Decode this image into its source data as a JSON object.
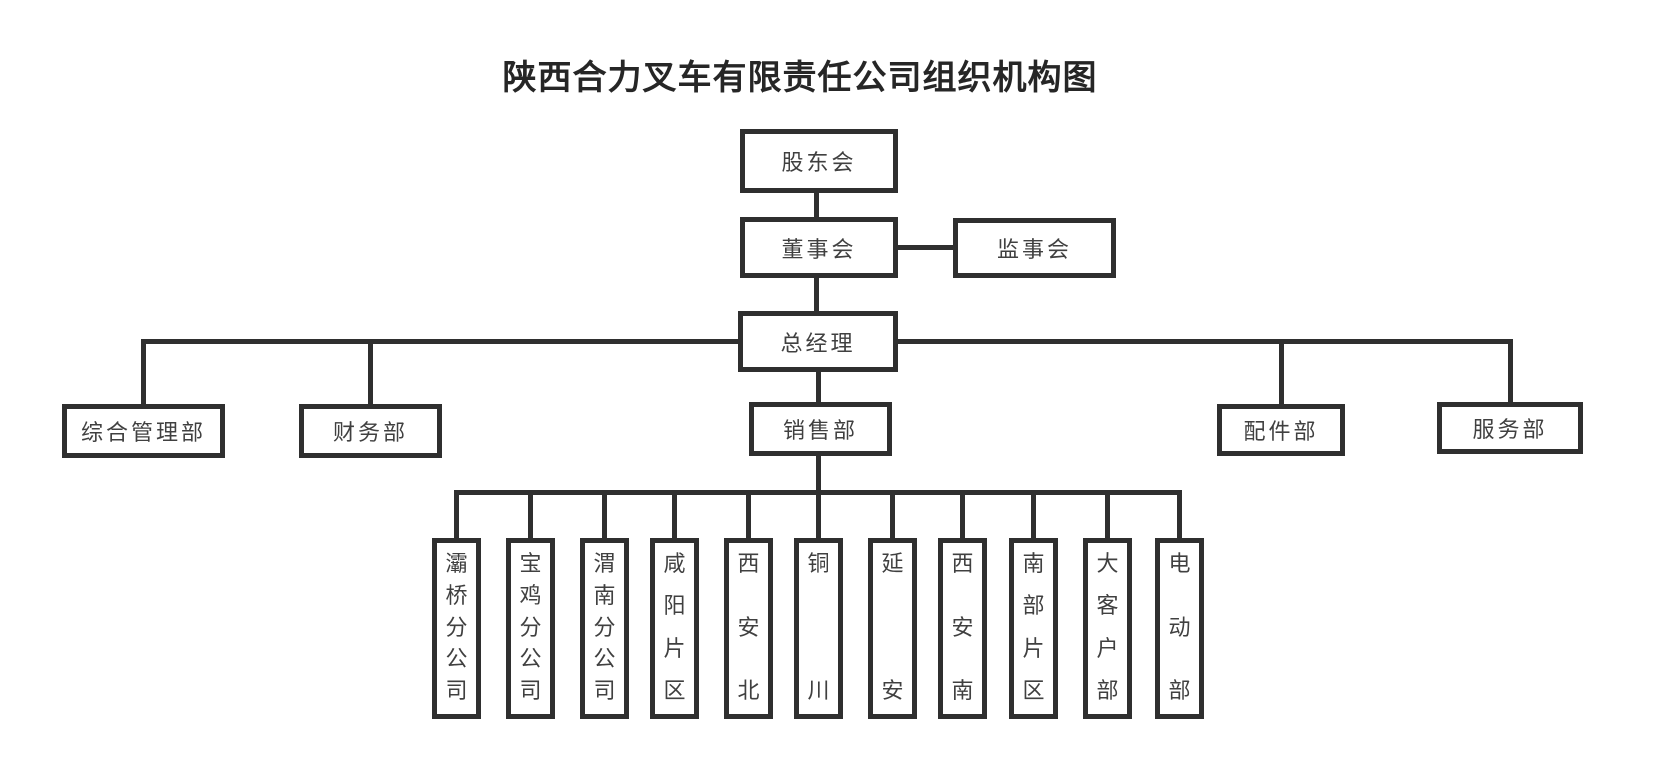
{
  "title": "陕西合力叉车有限责任公司组织机构图",
  "org": {
    "shareholders": "股东会",
    "board": "董事会",
    "supervisory": "监事会",
    "general_manager": "总经理",
    "departments": [
      {
        "label": "综合管理部"
      },
      {
        "label": "财务部"
      },
      {
        "label": "销售部"
      },
      {
        "label": "配件部"
      },
      {
        "label": "服务部"
      }
    ],
    "sales_units": [
      {
        "label": "灞桥分公司"
      },
      {
        "label": "宝鸡分公司"
      },
      {
        "label": "渭南分公司"
      },
      {
        "label": "咸阳片区"
      },
      {
        "label": "西安北"
      },
      {
        "label": "铜川"
      },
      {
        "label": "延安"
      },
      {
        "label": "西安南"
      },
      {
        "label": "南部片区"
      },
      {
        "label": "大客户部"
      },
      {
        "label": "电动部"
      }
    ]
  }
}
